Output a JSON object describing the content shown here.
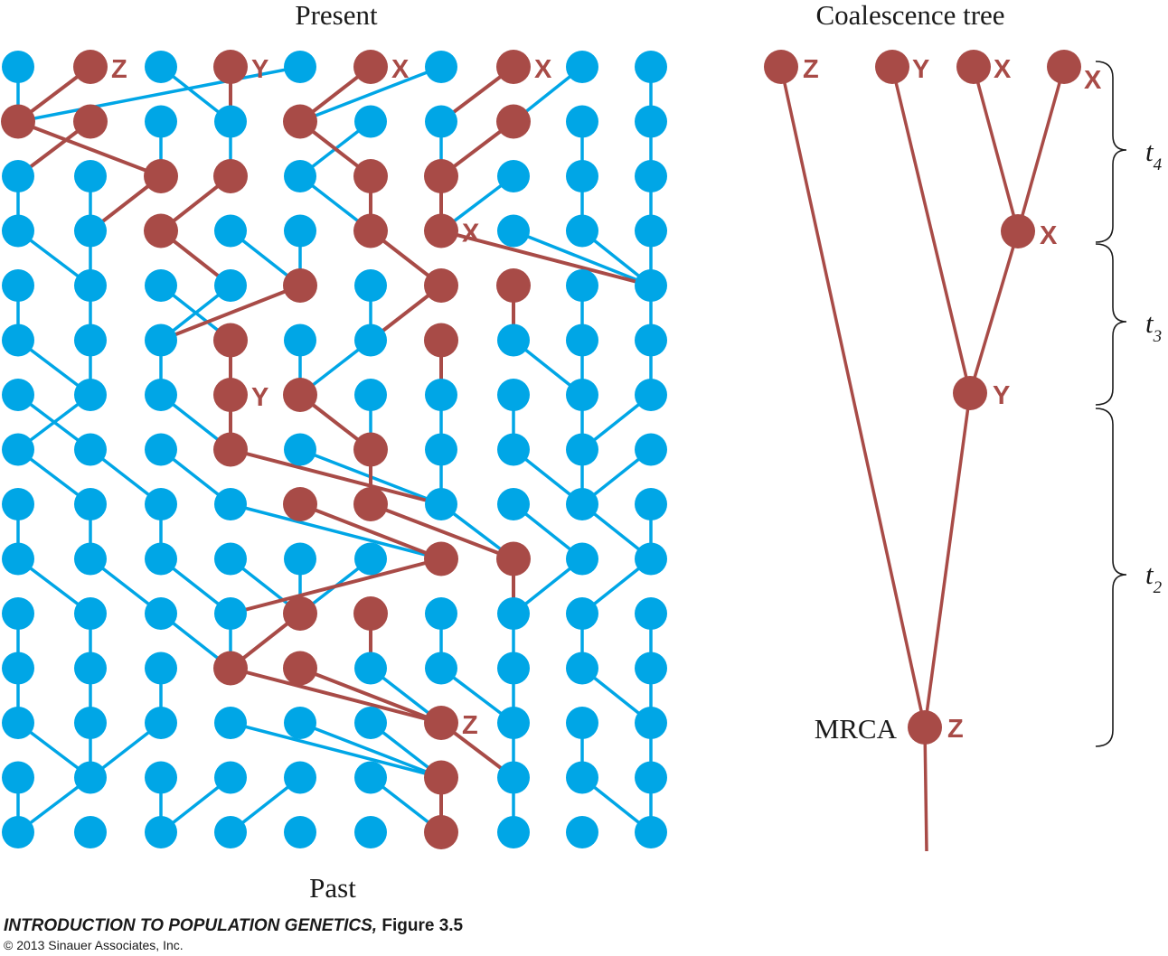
{
  "diagram": {
    "left_title": "Present",
    "left_bottom": "Past",
    "right_title": "Coalescence tree",
    "mrca_label": "MRCA",
    "interval_labels": {
      "t4": "4",
      "t3": "3",
      "t2": "2",
      "t_symbol": "t"
    },
    "colors": {
      "population": "#00a6e6",
      "lineage": "#a84b47",
      "text_dark": "#1a1a1a"
    },
    "left_markers": [
      {
        "col": 1,
        "row": 0,
        "text": "Z"
      },
      {
        "col": 3,
        "row": 0,
        "text": "Y"
      },
      {
        "col": 5,
        "row": 0,
        "text": "X"
      },
      {
        "col": 7,
        "row": 0,
        "text": "X"
      },
      {
        "col": 6,
        "row": 3,
        "text": "X"
      },
      {
        "col": 3,
        "row": 6,
        "text": "Y"
      },
      {
        "col": 6,
        "row": 12,
        "text": "Z"
      }
    ],
    "tree_tip_labels": [
      "Z",
      "Y",
      "X",
      "X"
    ],
    "tree_node_labels": {
      "x_node": "X",
      "y_node": "Y",
      "root": "Z"
    }
  },
  "caption": {
    "book_title": "INTRODUCTION TO POPULATION GENETICS,",
    "figure": " Figure 3.5",
    "copyright": "© 2013 Sinauer Associates, Inc."
  }
}
